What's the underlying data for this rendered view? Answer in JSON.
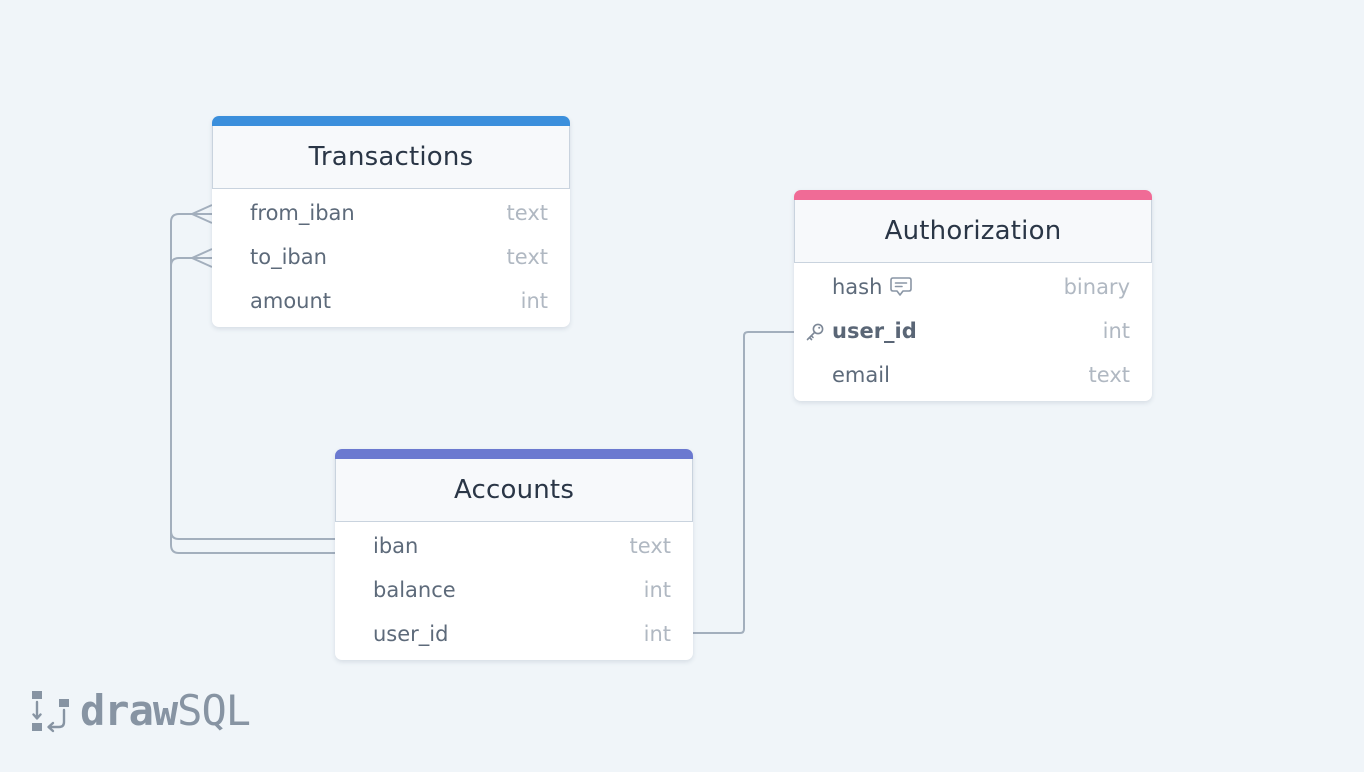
{
  "tables": {
    "transactions": {
      "title": "Transactions",
      "color": "#3b8fdc",
      "fields": [
        {
          "name": "from_iban",
          "type": "text"
        },
        {
          "name": "to_iban",
          "type": "text"
        },
        {
          "name": "amount",
          "type": "int"
        }
      ]
    },
    "authorization": {
      "title": "Authorization",
      "color": "#f06b96",
      "fields": [
        {
          "name": "hash",
          "type": "binary",
          "icon": "comment-icon"
        },
        {
          "name": "user_id",
          "type": "int",
          "icon": "key-icon",
          "primary_key": true
        },
        {
          "name": "email",
          "type": "text"
        }
      ]
    },
    "accounts": {
      "title": "Accounts",
      "color": "#6b79d0",
      "fields": [
        {
          "name": "iban",
          "type": "text"
        },
        {
          "name": "balance",
          "type": "int"
        },
        {
          "name": "user_id",
          "type": "int"
        }
      ]
    }
  },
  "relations": [
    {
      "from": "accounts.iban",
      "to": "transactions.from_iban",
      "cardinality": "one-to-many"
    },
    {
      "from": "accounts.iban",
      "to": "transactions.to_iban",
      "cardinality": "one-to-many"
    },
    {
      "from": "accounts.user_id",
      "to": "authorization.user_id",
      "cardinality": "one-to-one"
    }
  ],
  "logo": {
    "part1": "draw",
    "part2": "SQL",
    "icon": "drawsql-logo-icon"
  },
  "colors": {
    "background": "#f0f5f9",
    "connector": "#a3afbd"
  }
}
